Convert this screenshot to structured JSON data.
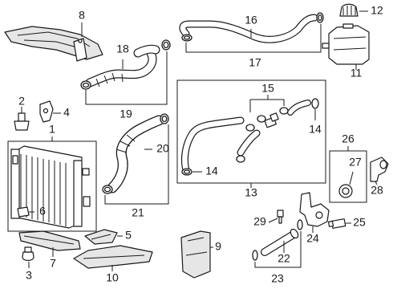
{
  "callouts": {
    "c1": "1",
    "c2": "2",
    "c3": "3",
    "c4": "4",
    "c5": "5",
    "c6": "6",
    "c7": "7",
    "c8": "8",
    "c9": "9",
    "c10": "10",
    "c11": "11",
    "c12": "12",
    "c13": "13",
    "c14a": "14",
    "c14b": "14",
    "c15": "15",
    "c16": "16",
    "c17": "17",
    "c18": "18",
    "c19": "19",
    "c20": "20",
    "c21": "21",
    "c22": "22",
    "c23": "23",
    "c24": "24",
    "c25": "25",
    "c26": "26",
    "c27": "27",
    "c28": "28",
    "c29": "29"
  }
}
